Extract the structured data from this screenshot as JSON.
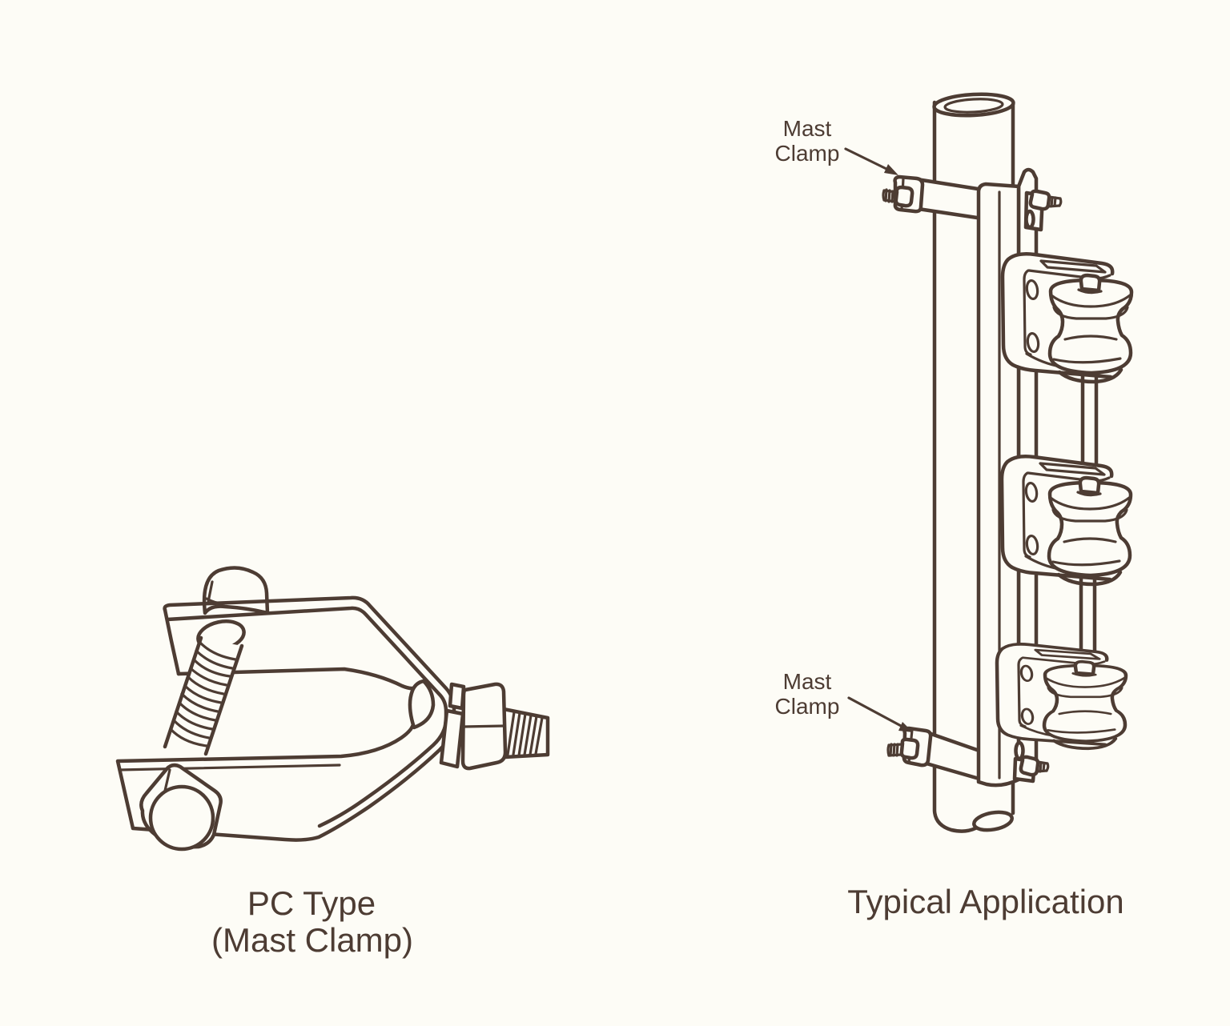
{
  "figure": {
    "type": "technical-illustration",
    "background_color": "#fdfcf6",
    "line_color": "#4d3c33",
    "left_panel": {
      "id": "pc-type-mast-clamp",
      "caption_line1": "PC Type",
      "caption_line2": "(Mast Clamp)"
    },
    "right_panel": {
      "id": "typical-application",
      "caption": "Typical Application",
      "callouts": [
        {
          "id": "top-mast-clamp",
          "line1": "Mast",
          "line2": "Clamp"
        },
        {
          "id": "bottom-mast-clamp",
          "line1": "Mast",
          "line2": "Clamp"
        }
      ]
    }
  }
}
